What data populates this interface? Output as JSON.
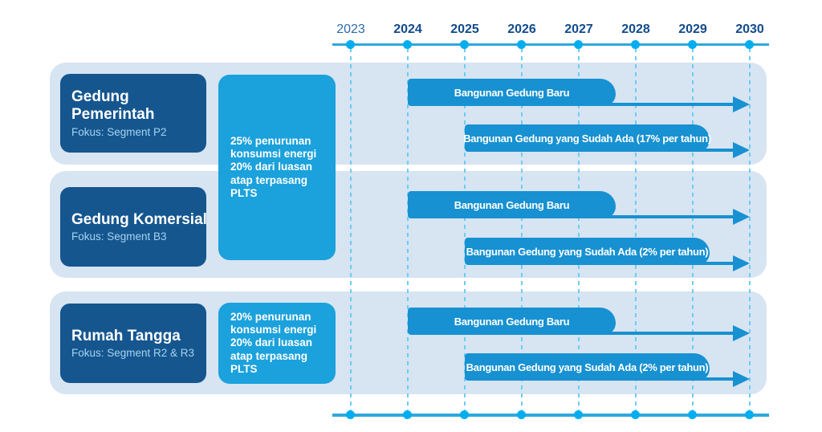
{
  "colors": {
    "panel_bg": "#D7E4F2",
    "dark_box_bg": "#15568F",
    "info_box_bg": "#1BA1DC",
    "bar_fill": "#1791D1",
    "dashed_line": "#6CCDF5",
    "timeline_line": "#2EA8DD",
    "dot_fill": "#00AEEF",
    "year_label": "#114B8C",
    "year_label_muted": "#2E6BA8",
    "subtitle_text": "#A6D3EF"
  },
  "timeline": {
    "years": [
      "2023",
      "2024",
      "2025",
      "2026",
      "2027",
      "2028",
      "2029",
      "2030"
    ],
    "muted_year": "2023"
  },
  "rows": [
    {
      "title_lines": [
        "Gedung",
        "Pemerintah"
      ],
      "subtitle": "Fokus: Segment P2",
      "bars": [
        {
          "label": "Bangunan Gedung Baru",
          "start_year": 2024,
          "block_end_year": 2027.65,
          "arrow_end_year": 2030
        },
        {
          "label": "Bangunan Gedung yang Sudah Ada (17% per tahun)",
          "start_year": 2025,
          "block_end_year": 2029.3,
          "arrow_end_year": 2030
        }
      ]
    },
    {
      "title_lines": [
        "Gedung Komersial"
      ],
      "subtitle": "Fokus: Segment B3",
      "bars": [
        {
          "label": "Bangunan Gedung Baru",
          "start_year": 2024,
          "block_end_year": 2027.65,
          "arrow_end_year": 2030
        },
        {
          "label": "Bangunan Gedung yang Sudah Ada (2% per tahun)",
          "start_year": 2025,
          "block_end_year": 2029.3,
          "arrow_end_year": 2030
        }
      ]
    },
    {
      "title_lines": [
        "Rumah Tangga"
      ],
      "subtitle": "Fokus: Segment R2 & R3",
      "bars": [
        {
          "label": "Bangunan Gedung Baru",
          "start_year": 2024,
          "block_end_year": 2027.65,
          "arrow_end_year": 2030
        },
        {
          "label": "Bangunan Gedung yang Sudah Ada (2% per tahun)",
          "start_year": 2025,
          "block_end_year": 2029.3,
          "arrow_end_year": 2030
        }
      ]
    }
  ],
  "info_boxes": [
    {
      "lines": [
        "25% penurunan",
        "konsumsi energi",
        "20% dari luasan",
        "atap terpasang",
        "PLTS"
      ]
    },
    {
      "lines": [
        "20% penurunan",
        "konsumsi energi",
        "20% dari luasan",
        "atap terpasang",
        "PLTS"
      ]
    }
  ]
}
